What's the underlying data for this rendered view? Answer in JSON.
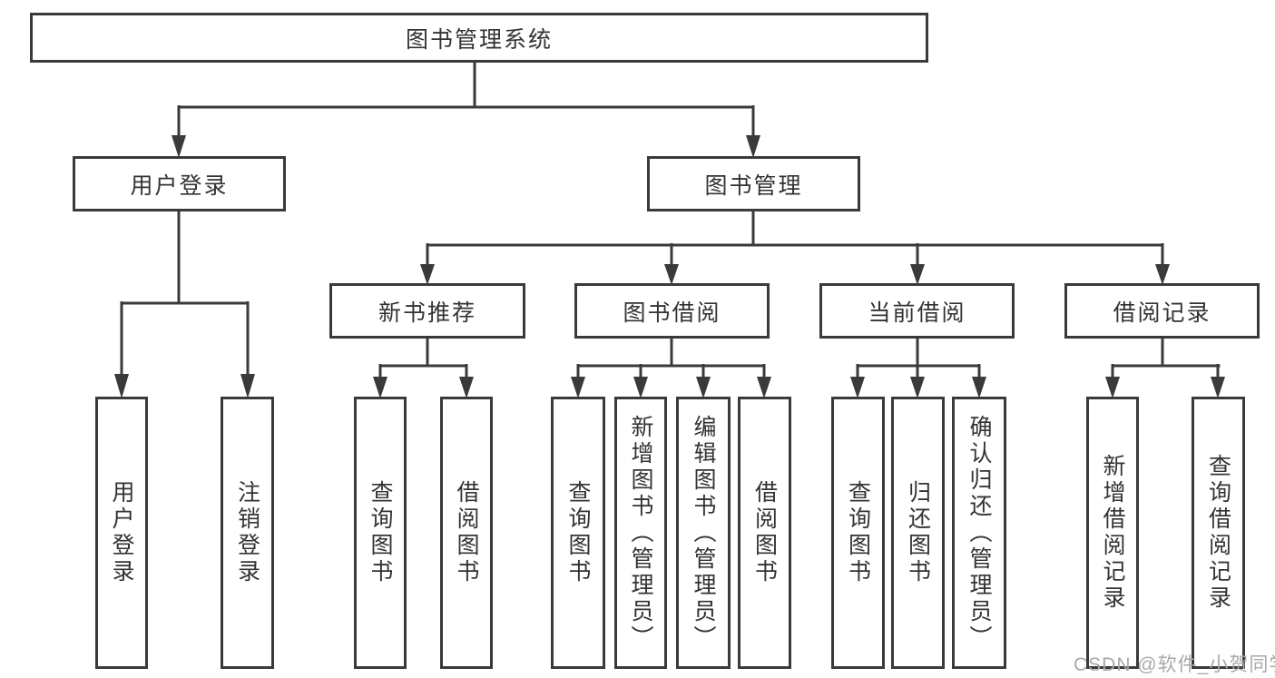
{
  "diagram": {
    "background_color": "#ffffff",
    "line_color": "#3a3a3a",
    "text_color": "#333333",
    "watermark_color": "#a9a9a9"
  },
  "watermark": {
    "text": "CSDN @软件_小贺同学"
  },
  "tree": {
    "root": {
      "label": "图书管理系统"
    },
    "branches": [
      {
        "label": "用户登录",
        "children": [
          {
            "label": "用户登录"
          },
          {
            "label": "注销登录"
          }
        ]
      },
      {
        "label": "图书管理",
        "children": [
          {
            "label": "新书推荐",
            "children": [
              {
                "label": "查询图书"
              },
              {
                "label": "借阅图书"
              }
            ]
          },
          {
            "label": "图书借阅",
            "children": [
              {
                "label": "查询图书"
              },
              {
                "label": "新增图书（管理员）"
              },
              {
                "label": "编辑图书（管理员）"
              },
              {
                "label": "借阅图书"
              }
            ]
          },
          {
            "label": "当前借阅",
            "children": [
              {
                "label": "查询图书"
              },
              {
                "label": "归还图书"
              },
              {
                "label": "确认归还（管理员）"
              }
            ]
          },
          {
            "label": "借阅记录",
            "children": [
              {
                "label": "新增借阅记录"
              },
              {
                "label": "查询借阅记录"
              }
            ]
          }
        ]
      }
    ]
  }
}
